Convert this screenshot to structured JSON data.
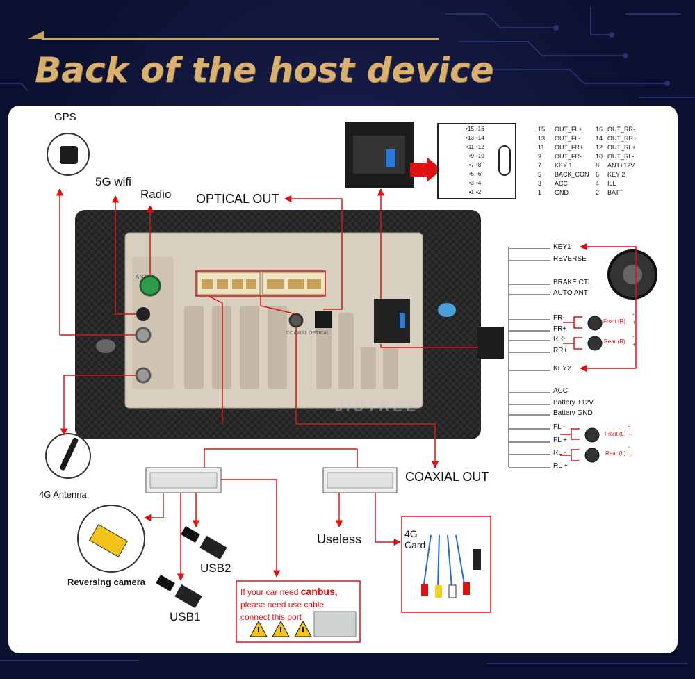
{
  "header": {
    "title": "Back of the host device"
  },
  "labels": {
    "gps": "GPS",
    "wifi": "5G wifi",
    "radio": "Radio",
    "optical_out": "OPTICAL OUT",
    "coaxial_out": "COAXIAL OUT",
    "antenna_4g": "4G Antenna",
    "reversing_camera": "Reversing camera",
    "usb1": "USB1",
    "usb2": "USB2",
    "useless": "Useless",
    "card_4g_line1": "4G",
    "card_4g_line2": "Card",
    "ant_mark": "ANT",
    "coaxial_mark": "COAXIAL   OPTICAL",
    "watermark": "JIUTREE"
  },
  "canbus_note": {
    "line1_prefix": "If your car need ",
    "line1_bold": "canbus,",
    "line2": "please need use cable",
    "line3": "connect this port"
  },
  "connector_pins": {
    "left": [
      "15",
      "13",
      "11",
      "9",
      "7",
      "5",
      "3",
      "1"
    ],
    "right": [
      "16",
      "14",
      "12",
      "10",
      "8",
      "6",
      "4",
      "2"
    ]
  },
  "pinout": [
    {
      "n1": "15",
      "s1": "OUT_FL+",
      "n2": "16",
      "s2": "OUT_RR-"
    },
    {
      "n1": "13",
      "s1": "OUT_FL-",
      "n2": "14",
      "s2": "OUT_RR+"
    },
    {
      "n1": "11",
      "s1": "OUT_FR+",
      "n2": "12",
      "s2": "OUT_RL+"
    },
    {
      "n1": "9",
      "s1": "OUT_FR-",
      "n2": "10",
      "s2": "OUT_RL-"
    },
    {
      "n1": "7",
      "s1": "KEY 1",
      "n2": "8",
      "s2": "ANT+12V"
    },
    {
      "n1": "5",
      "s1": "BACK_CON",
      "n2": "6",
      "s2": "KEY 2"
    },
    {
      "n1": "3",
      "s1": "ACC",
      "n2": "4",
      "s2": "ILL"
    },
    {
      "n1": "1",
      "s1": "GND",
      "n2": "2",
      "s2": "BATT"
    }
  ],
  "harness": {
    "wires": [
      "KEY1",
      "REVERSE",
      "BRAKE CTL",
      "AUTO ANT",
      "FR-",
      "FR+",
      "RR-",
      "RR+",
      "KEY2",
      "ACC",
      "Battery +12V",
      "Battery GND",
      "FL -",
      "FL +",
      "RL -",
      "RL +"
    ],
    "speakers": {
      "front_r": "Front (R)",
      "rear_r": "Rear (R)",
      "front_l": "Front (L)",
      "rear_l": "Rear (L)"
    },
    "minus": "-",
    "plus": "+"
  },
  "colors": {
    "accent_red": "#e01010",
    "title_gold": "#d8b070",
    "background": "#0c1030",
    "panel": "#ffffff"
  }
}
